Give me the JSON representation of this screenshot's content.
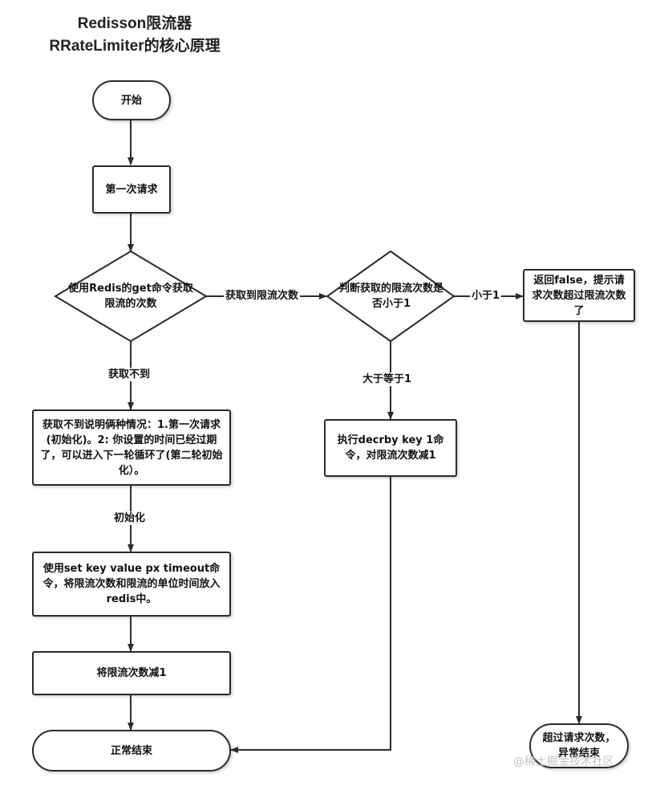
{
  "title": {
    "line1": "Redisson限流器",
    "line2": "RRateLimiter的核心原理"
  },
  "nodes": {
    "start": "开始",
    "first_request": "第一次请求",
    "get_command_decision": "使用Redis的get命令获取限流的次数",
    "judge_decision": "判断获取的限流次数是否小于1",
    "return_false": "返回false，提示请求次数超过限流次数了",
    "not_found_explanation": "获取不到说明俩种情况：1.第一次请求(初始化)。2: 你设置的时间已经过期了，可以进入下一轮循环了(第二轮初始化）。",
    "decrby": "执行decrby key 1命令，对限流次数减1",
    "set_key": "使用set key value px timeout命令，将限流次数和限流的单位时间放入redis中。",
    "decrement": "将限流次数减1",
    "normal_end": "正常结束",
    "exceed_end": "超过请求次数，异常结束"
  },
  "edge_labels": {
    "obtained": "获取到限流次数",
    "less_than_1": "小于1",
    "not_obtained": "获取不到",
    "gte_1": "大于等于1",
    "initialize": "初始化"
  },
  "watermark": "@稀土掘金技术社区",
  "colors": {
    "stroke": "#2b2b2b",
    "fill": "#ffffff",
    "text": "#111111",
    "watermark": "#c4c4c4"
  }
}
